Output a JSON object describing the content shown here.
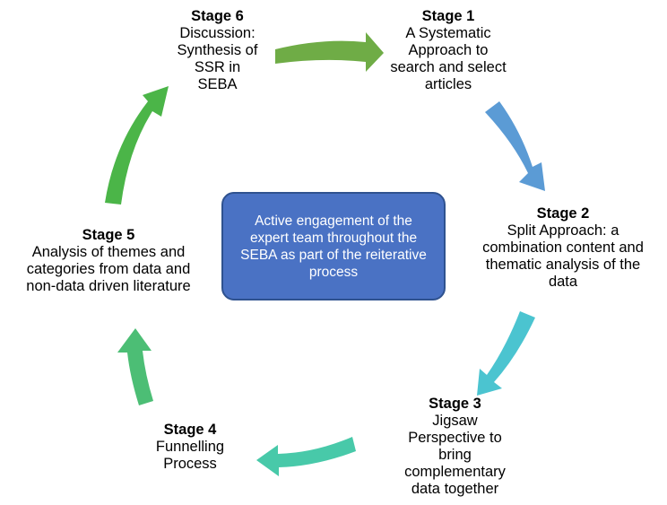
{
  "center": {
    "text": "Active engagement of the expert team throughout the SEBA as part of the reiterative process"
  },
  "stages": [
    {
      "title": "Stage 1",
      "desc_lines": [
        "A Systematic",
        "Approach to",
        "search and select",
        "articles"
      ]
    },
    {
      "title": "Stage 2",
      "desc_lines": [
        "Split Approach: a",
        "combination content and",
        "thematic analysis of the",
        "data"
      ]
    },
    {
      "title": "Stage 3",
      "desc_lines": [
        "Jigsaw",
        "Perspective to",
        "bring",
        "complementary",
        "data together"
      ]
    },
    {
      "title": "Stage 4",
      "desc_lines": [
        "Funnelling",
        "Process"
      ]
    },
    {
      "title": "Stage 5",
      "desc_lines": [
        "Analysis of themes and",
        "categories from data and",
        "non-data driven literature"
      ]
    },
    {
      "title": "Stage 6",
      "desc_lines": [
        "Discussion:",
        "Synthesis of",
        "SSR in",
        "SEBA"
      ]
    }
  ],
  "colors": {
    "arrow_6_to_1": "#6fac46",
    "arrow_1_to_2": "#5b9bd5",
    "arrow_2_to_3": "#4bc4d0",
    "arrow_3_to_4": "#48c9a9",
    "arrow_4_to_5": "#4cbe75",
    "arrow_5_to_6": "#4bb548",
    "center_fill": "#4a72c4"
  }
}
